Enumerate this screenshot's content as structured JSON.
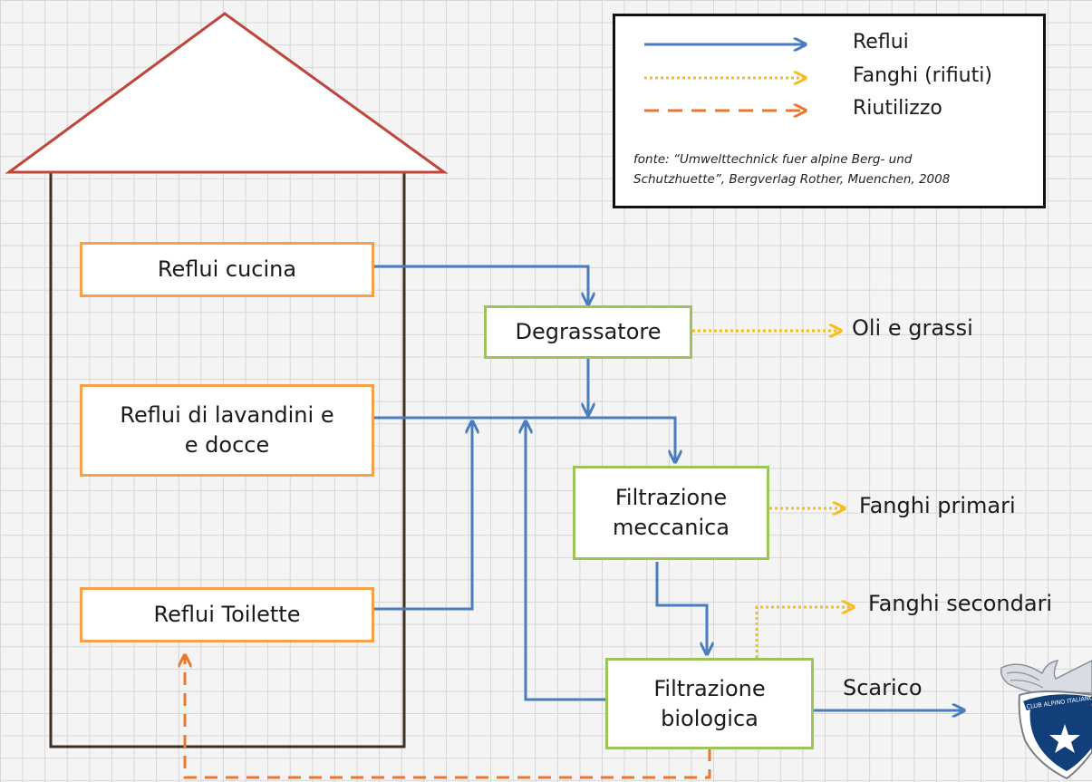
{
  "colors": {
    "reflui": "#4a7cc0",
    "fanghi": "#f5be1e",
    "riutilizzo": "#e9772f",
    "box_orange": "#f4a14a",
    "box_green": "#9cc45a",
    "roof": "#c0453d",
    "house": "#3b3020"
  },
  "legend": {
    "reflui": "Reflui",
    "fanghi": "Fanghi (rifiuti)",
    "riutilizzo": "Riutilizzo",
    "source_line1": "fonte: “Umwelttechnick fuer alpine Berg- und",
    "source_line2": "Schutzhuette”, Bergverlag Rother, Muenchen, 2008"
  },
  "sources": {
    "cucina": "Reflui cucina",
    "lavandini_line1": "Reflui di lavandini e",
    "lavandini_line2": "e docce",
    "toilette": "Reflui Toilette"
  },
  "process": {
    "degrassatore": "Degrassatore",
    "filtrazione_meccanica_line1": "Filtrazione",
    "filtrazione_meccanica_line2": "meccanica",
    "filtrazione_biologica_line1": "Filtrazione",
    "filtrazione_biologica_line2": "biologica"
  },
  "outputs": {
    "oli_grassi": "Oli e grassi",
    "fanghi_primari": "Fanghi primari",
    "fanghi_secondari": "Fanghi secondari",
    "scarico": "Scarico"
  },
  "logo": {
    "icon": "cai-eagle-logo",
    "text": "CLUB ALPINO ITALIANO"
  }
}
